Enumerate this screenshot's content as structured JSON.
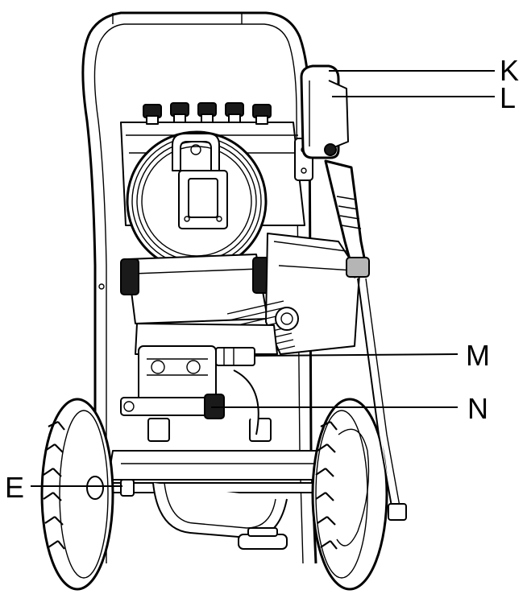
{
  "callouts": {
    "k": "K",
    "l": "L",
    "m": "M",
    "n": "N",
    "e": "E"
  },
  "colors": {
    "line": "#000000",
    "background": "#ffffff",
    "dark_part": "#1a1a1a",
    "grey_part": "#b5b5b5"
  }
}
